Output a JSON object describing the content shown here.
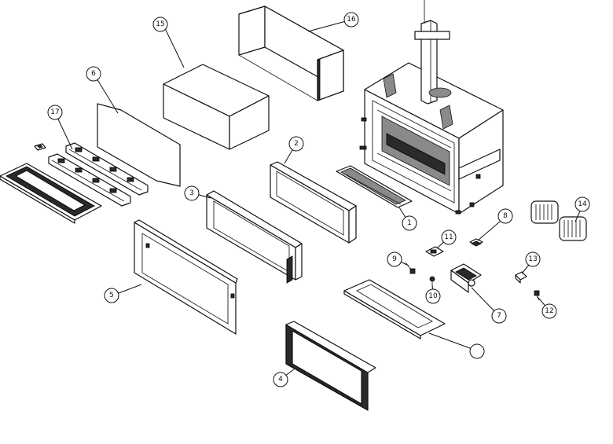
{
  "callouts": {
    "c1": "1",
    "c2": "2",
    "c3": "3",
    "c4": "4",
    "c5": "5",
    "c6": "6",
    "c7": "7",
    "c8": "8",
    "c9": "9",
    "c10": "10",
    "c11": "11",
    "c12": "12",
    "c13": "13",
    "c14": "14",
    "c15": "15",
    "c16": "16",
    "c17": "17",
    "c_blank": ""
  }
}
